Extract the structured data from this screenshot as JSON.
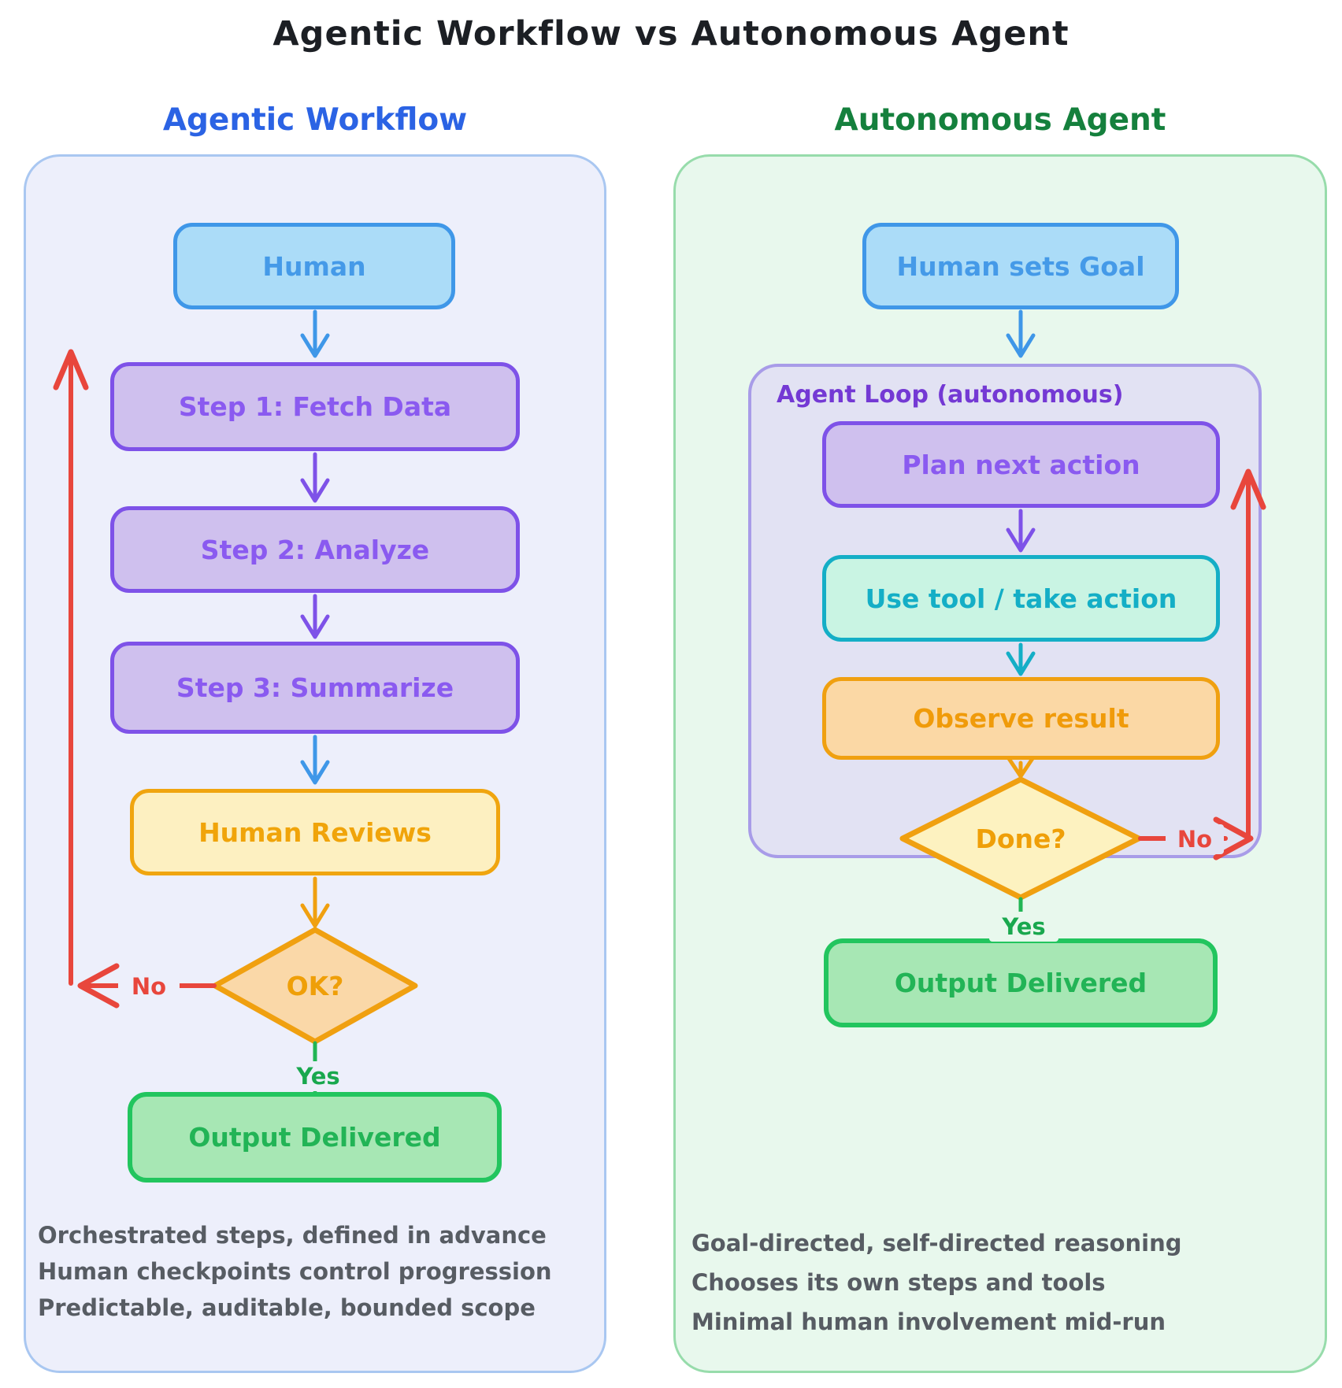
{
  "title": "Agentic Workflow vs Autonomous Agent",
  "left_panel": {
    "header": "Agentic Workflow",
    "nodes": {
      "human": "Human",
      "step1": "Step 1: Fetch Data",
      "step2": "Step 2: Analyze",
      "step3": "Step 3: Summarize",
      "review": "Human Reviews",
      "decision": "OK?",
      "output": "Output Delivered"
    },
    "edge_labels": {
      "yes": "Yes",
      "no": "No"
    },
    "notes": [
      "Orchestrated steps, defined in advance",
      "Human checkpoints control progression",
      "Predictable, auditable, bounded scope"
    ]
  },
  "right_panel": {
    "header": "Autonomous Agent",
    "loop_label": "Agent Loop (autonomous)",
    "nodes": {
      "goal": "Human sets Goal",
      "plan": "Plan next action",
      "tool": "Use tool / take action",
      "observe": "Observe result",
      "decision": "Done?",
      "output": "Output Delivered"
    },
    "edge_labels": {
      "yes": "Yes",
      "no": "No"
    },
    "notes": [
      "Goal-directed, self-directed reasoning",
      "Chooses its own steps and tools",
      "Minimal human involvement mid-run"
    ]
  },
  "colors": {
    "title_text": "#1c1f24",
    "left_header": "#2b63e4",
    "right_header": "#15803d",
    "left_panel_bg": "#edeffb",
    "left_panel_border": "#a9c7f1",
    "right_panel_bg": "#e8f8ed",
    "right_panel_border": "#97dcab",
    "loop_bg": "#e2e2f3",
    "loop_border": "#a89ce8",
    "loop_label_text": "#7439d4",
    "blue_node_border": "#3f97e8",
    "blue_node_fill": "#abdcf8",
    "purple_node_border": "#7e52e8",
    "purple_node_fill": "#cfc0ee",
    "teal_node_border": "#14aec6",
    "teal_node_fill": "#c9f4e3",
    "yellow_node_border": "#f0a50f",
    "yellow_node_fill": "#fdf0c1",
    "orange_node_border": "#f0a010",
    "orange_node_fill": "#fbd8a5",
    "ok_diamond_fill": "#fad8a8",
    "done_diamond_fill": "#fdf2c0",
    "green_node_border": "#22c55e",
    "green_node_fill": "#a7e7b4",
    "red_arrow": "#e8463c",
    "yes_label": "#19a84e",
    "notes_text": "#575c63"
  }
}
